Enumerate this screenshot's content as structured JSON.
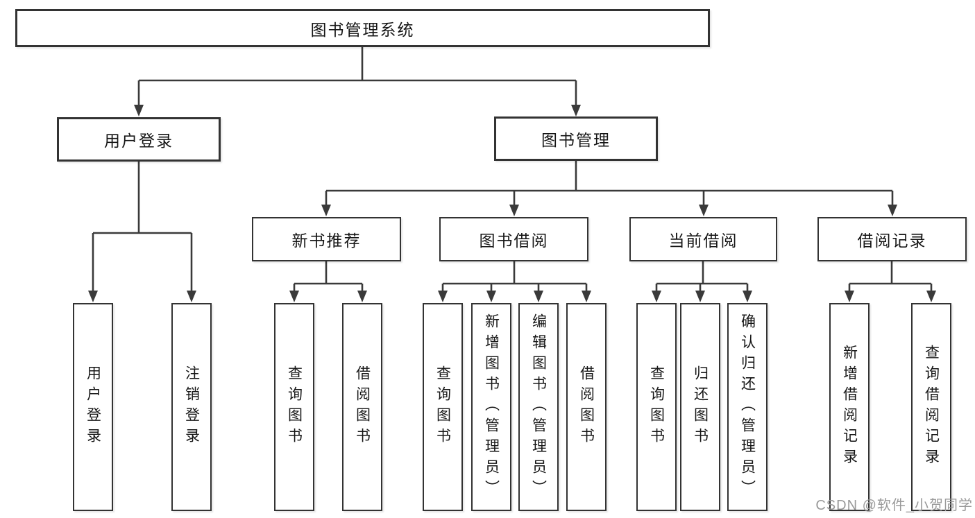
{
  "tree": {
    "label": "图书管理系统",
    "children": [
      {
        "label": "用户登录",
        "children": [
          {
            "label": "用户登录"
          },
          {
            "label": "注销登录"
          }
        ]
      },
      {
        "label": "图书管理",
        "children": [
          {
            "label": "新书推荐",
            "children": [
              {
                "label": "查询图书"
              },
              {
                "label": "借阅图书"
              }
            ]
          },
          {
            "label": "图书借阅",
            "children": [
              {
                "label": "查询图书"
              },
              {
                "label": "新增图书（管理员）"
              },
              {
                "label": "编辑图书（管理员）"
              },
              {
                "label": "借阅图书"
              }
            ]
          },
          {
            "label": "当前借阅",
            "children": [
              {
                "label": "查询图书"
              },
              {
                "label": "归还图书"
              },
              {
                "label": "确认归还（管理员）"
              }
            ]
          },
          {
            "label": "借阅记录",
            "children": [
              {
                "label": "新增借阅记录"
              },
              {
                "label": "查询借阅记录"
              }
            ]
          }
        ]
      }
    ]
  },
  "watermark": {
    "text": "CSDN @软件_小贺同学"
  },
  "colors": {
    "line": "#3a3a3a",
    "box_border": "#333333",
    "box_fill": "#ffffff",
    "text": "#161616",
    "watermark": "#9a9a9a"
  }
}
